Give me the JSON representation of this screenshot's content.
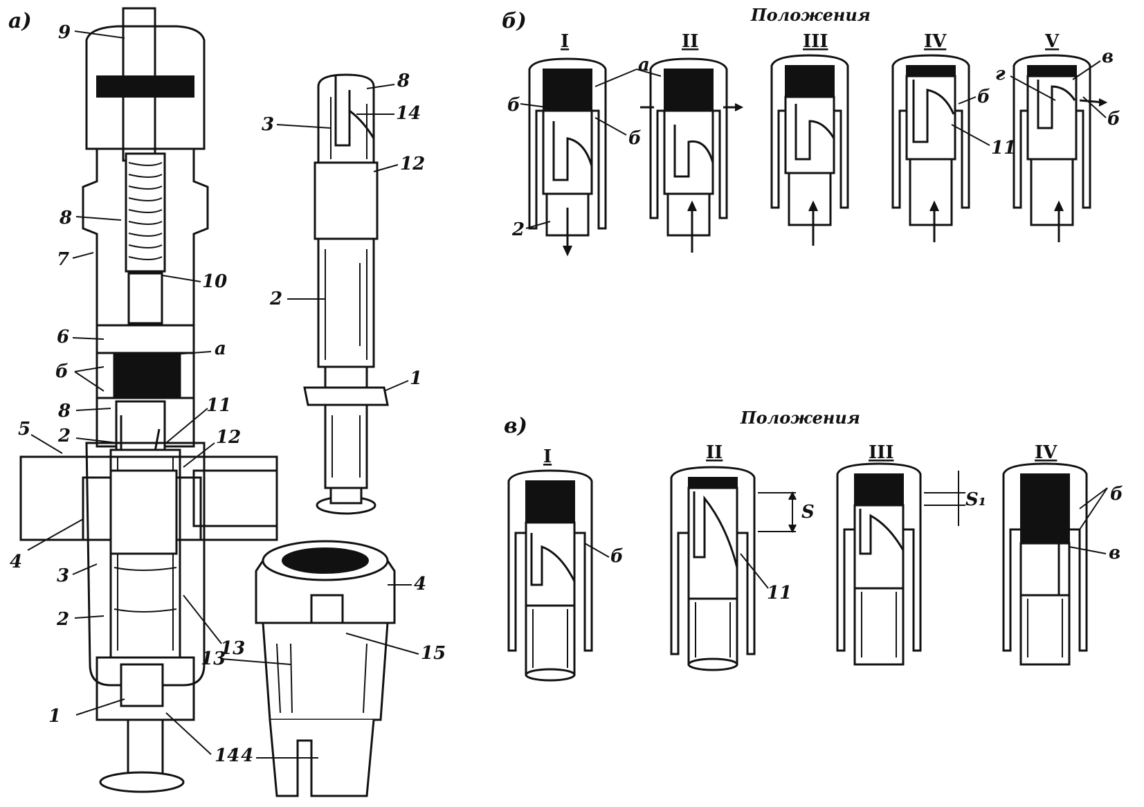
{
  "sections": {
    "a": "а)",
    "b": "б)",
    "v": "в)"
  },
  "headings": {
    "b": "Положения",
    "v": "Положения"
  },
  "section_a_labels": [
    "9",
    "8",
    "7",
    "10",
    "6",
    "а",
    "б",
    "8",
    "5",
    "2",
    "11",
    "12",
    "4",
    "3",
    "2",
    "1",
    "13",
    "14"
  ],
  "pump_element_labels": [
    "8",
    "3",
    "14",
    "12",
    "2",
    "1"
  ],
  "sleeve_labels": [
    "4",
    "15",
    "13",
    "14"
  ],
  "section_b_positions": [
    "I",
    "II",
    "III",
    "IV",
    "V"
  ],
  "section_b_labels": [
    "а",
    "б",
    "б",
    "2",
    "б",
    "11",
    "г",
    "в",
    "б"
  ],
  "section_v_positions": [
    "I",
    "II",
    "III",
    "IV"
  ],
  "section_v_labels": [
    "б",
    "11",
    "S",
    "S₁",
    "б",
    "в"
  ]
}
